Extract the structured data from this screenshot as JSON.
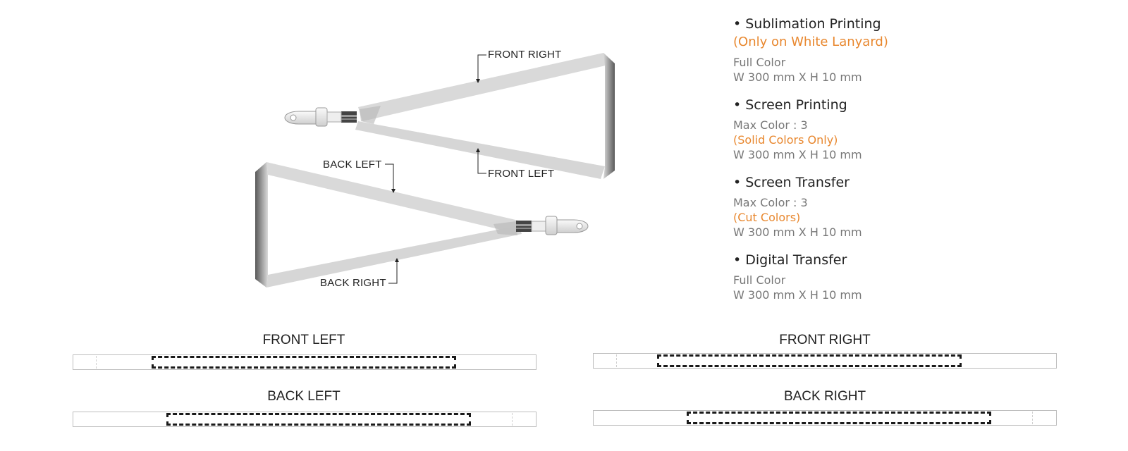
{
  "lanyard_callouts": {
    "front_right": "FRONT RIGHT",
    "front_left": "FRONT LEFT",
    "back_left": "BACK LEFT",
    "back_right": "BACK RIGHT"
  },
  "methods": [
    {
      "title": "Sublimation Printing",
      "note": "(Only on White Lanyard)",
      "details": [
        "Full Color",
        "W 300 mm X H 10 mm"
      ]
    },
    {
      "title": "Screen Printing",
      "details": [
        "Max Color : 3",
        "(Solid Colors Only)",
        "W 300 mm X H 10 mm"
      ]
    },
    {
      "title": "Screen Transfer",
      "details": [
        "Max Color : 3",
        "(Cut Colors)",
        "W 300 mm X H 10 mm"
      ]
    },
    {
      "title": "Digital Transfer",
      "details": [
        "Full Color",
        "W 300 mm X H 10 mm"
      ]
    }
  ],
  "bullet": "•",
  "strips": {
    "front_left": "FRONT LEFT",
    "front_right": "FRONT RIGHT",
    "back_left": "BACK LEFT",
    "back_right": "BACK RIGHT"
  },
  "colors": {
    "accent_orange": "#e8872e",
    "lanyard_grey": "#d9d9d9",
    "text_dark": "#222222",
    "text_grey": "#777777"
  }
}
